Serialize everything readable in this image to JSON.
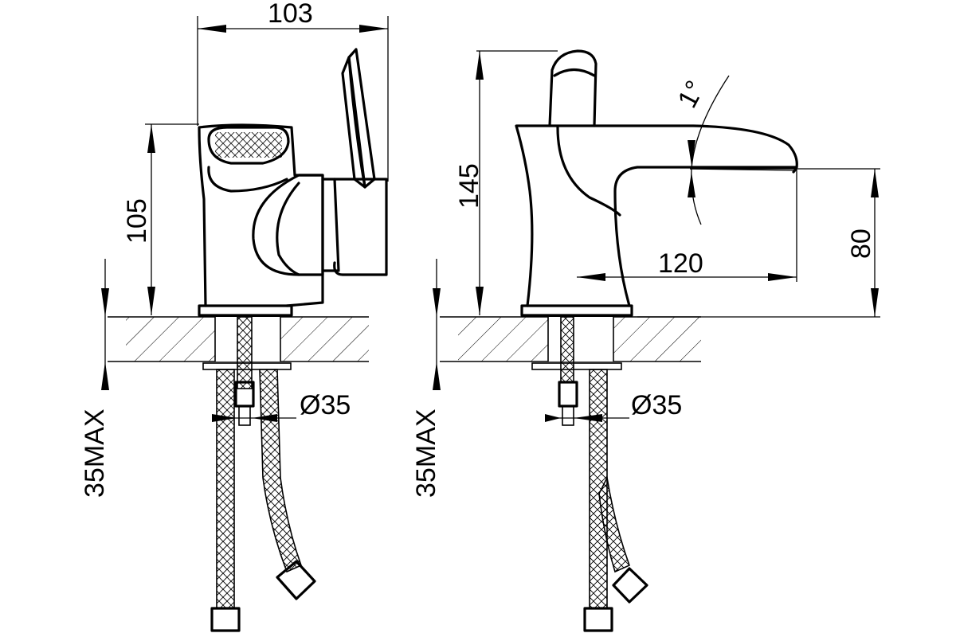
{
  "drawing": {
    "front_view": {
      "width_label": "103",
      "height_label": "105",
      "hole_label": "Ø35",
      "mount_label": "35MAX"
    },
    "side_view": {
      "height_label": "145",
      "spout_reach_label": "120",
      "spout_height_label": "80",
      "angle_label": "1°",
      "hole_label": "Ø35",
      "mount_label": "35MAX"
    }
  }
}
